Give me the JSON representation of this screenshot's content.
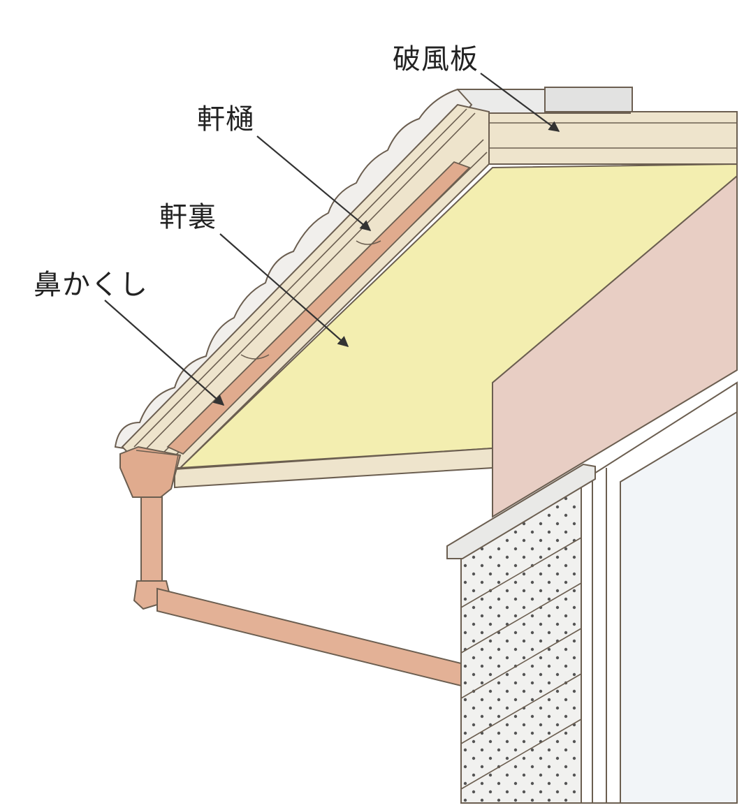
{
  "labels": {
    "fascia_board": "破風板",
    "gutter": "軒樋",
    "soffit": "軒裏",
    "nose_cover": "鼻かくし"
  },
  "colors": {
    "soffit": "#f3eeb0",
    "wall": "#e8cec4",
    "trim": "#eee4cc",
    "trim_outline": "#6b5e50",
    "gutter": "#e0ab8e",
    "pipe": "#e3b196",
    "tile": "#f1efec",
    "siding": "#f1f1ef",
    "window": "#f2f5f8",
    "arrow": "#333333"
  }
}
